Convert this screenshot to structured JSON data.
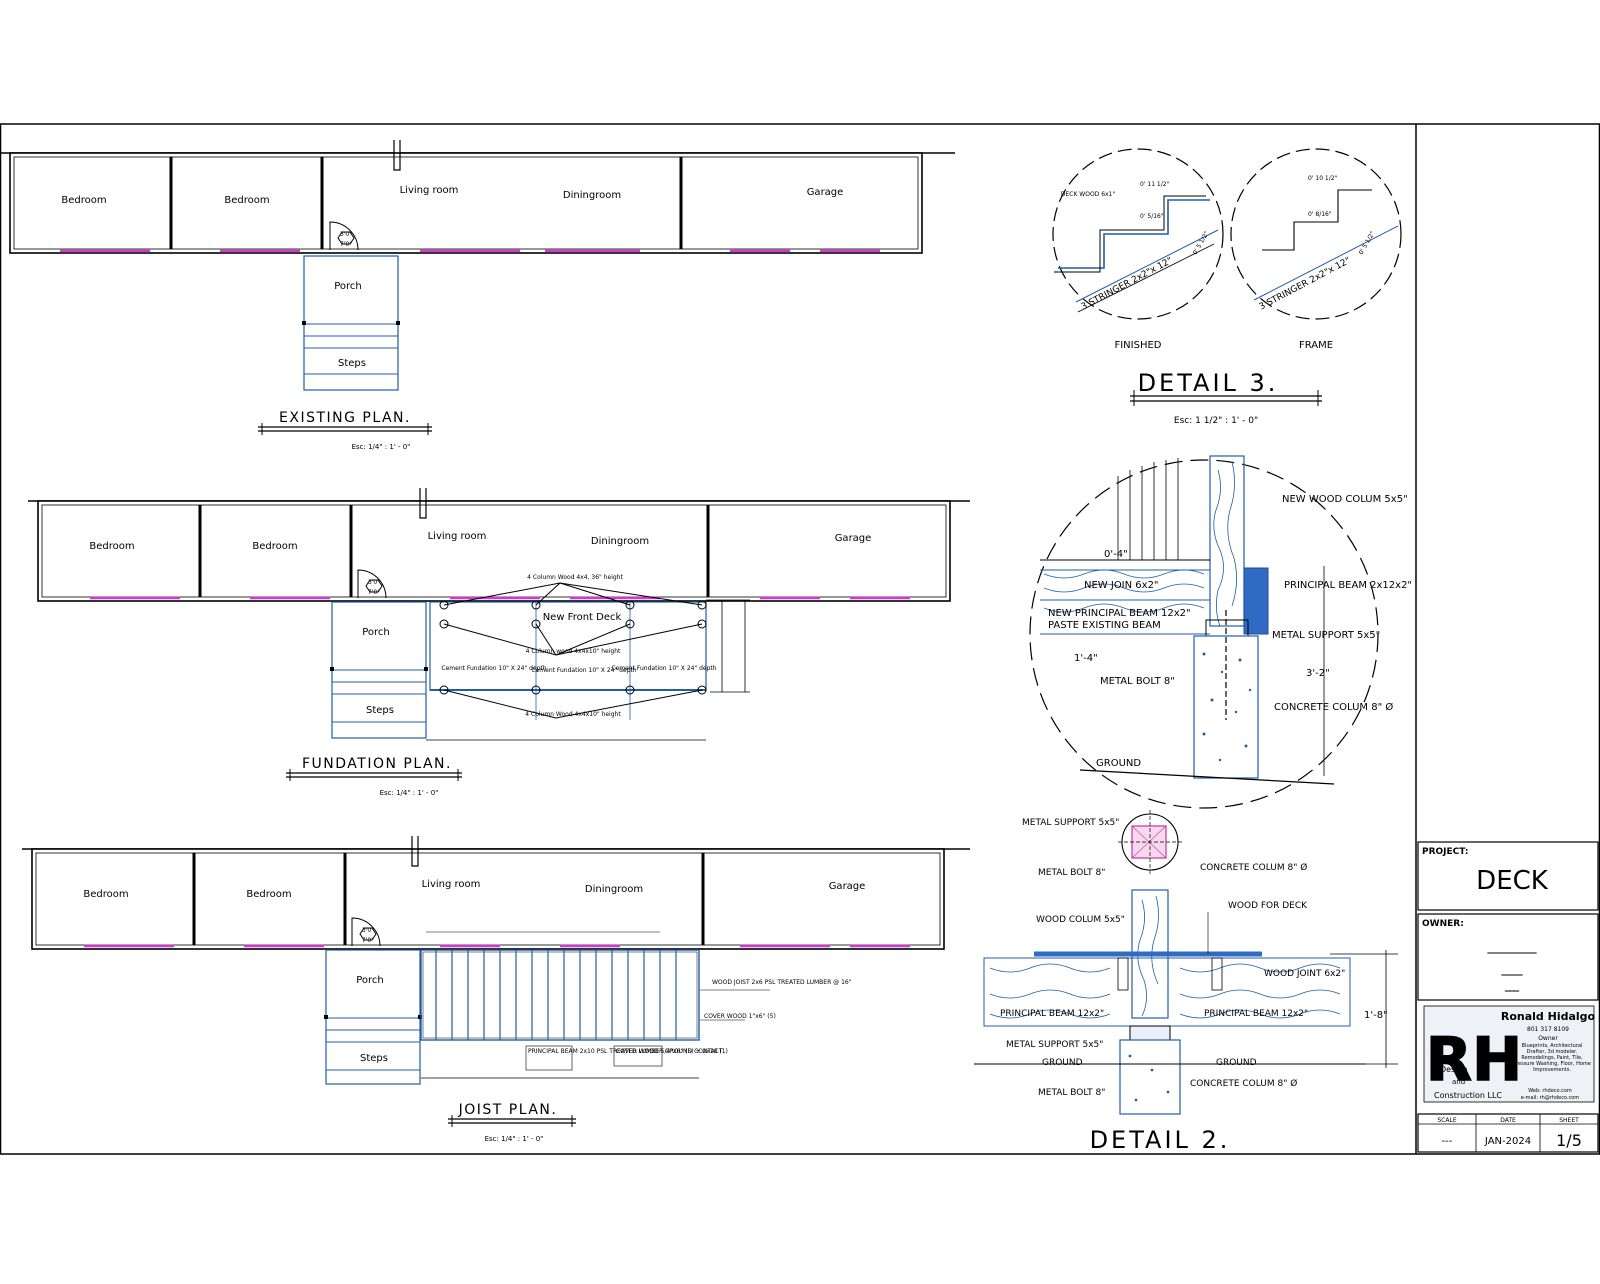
{
  "rooms": {
    "bedroom1": "Bedroom",
    "bedroom2": "Bedroom",
    "living": "Living room",
    "dining": "Diningroom",
    "garage": "Garage",
    "porch": "Porch",
    "steps": "Steps",
    "door": "3'0\"",
    "door2": "7'0\""
  },
  "existing_plan": {
    "title": "EXISTING PLAN.",
    "scale": "Esc: 1/4\" : 1' - 0\""
  },
  "fundation_plan": {
    "title": "FUNDATION PLAN.",
    "scale": "Esc: 1/4\" : 1' - 0\"",
    "deck_label": "New Front Deck",
    "notes": [
      "4 Column Wood 4x4, 36\" height",
      "4 Column wood 4x4x10\" height",
      "Cement Fundation 10\" X 24\" depth",
      "Cement Fundation 10\" X 24\" depth",
      "Cement Fundation 10\" X 24\" depth",
      "4 Column Wood 4x4x10\" height"
    ]
  },
  "joist_plan": {
    "title": "JOIST PLAN.",
    "scale": "Esc: 1/4\" : 1' - 0\"",
    "notes": [
      "WOOD JOIST 2x6 PSL TREATED LUMBER @ 16\"",
      "COVER WOOD 1\"x6\" (5)",
      "PRINCIPAL BEAM 2x10 PSL TREATED LUMBER GROUND CONTACT",
      "COVER WOOD 5/4\"x6\" (5) + 2x10 (1)"
    ]
  },
  "detail3": {
    "title": "DETAIL 3.",
    "scale": "Esc: 1 1/2\" : 1' - 0\"",
    "finished": "FINISHED",
    "frame": "FRAME",
    "deck_wood": "DECK WOOD 6x1\"",
    "stringer": "3 STRINGER 2x2\"x 12\"",
    "dims": [
      "0' 11 1/2\"",
      "0' 5/16\"",
      "0' 5 1/2\"",
      "0' 10 1/2\"",
      "0' 8/16\"",
      "0' 5 1/2\""
    ]
  },
  "detail_main": {
    "new_colum": "NEW WOOD COLUM 5x5\"",
    "dim_04": "0'-4\"",
    "new_join": "NEW JOIN 6x2\"",
    "principal_beam": "PRINCIPAL BEAM 2x12x2\"",
    "new_principal": "NEW PRINCIPAL BEAM 12x2\"",
    "paste": "PASTE EXISTING BEAM",
    "metal_support": "METAL SUPPORT 5x5\"",
    "dim_14": "1'-4\"",
    "metal_bolt": "METAL BOLT 8\"",
    "dim_32": "3'-2\"",
    "concrete": "CONCRETE COLUM 8\" Ø",
    "ground": "GROUND"
  },
  "detail2": {
    "title": "DETAIL 2.",
    "metal_support_top": "METAL SUPPORT 5x5\"",
    "metal_bolt_top": "METAL BOLT 8\"",
    "concrete_top": "CONCRETE COLUM 8\" Ø",
    "wood_colum": "WOOD COLUM 5x5\"",
    "wood_deck": "WOOD FOR DECK",
    "wood_joint": "WOOD JOINT 6x2\"",
    "beam_left": "PRINCIPAL BEAM 12x2\"",
    "beam_right": "PRINCIPAL BEAM 12x2\"",
    "dim_18": "1'-8\"",
    "metal_support_bot": "METAL SUPPORT 5x5\"",
    "ground_left": "GROUND",
    "ground_right": "GROUND",
    "metal_bolt_bot": "METAL BOLT 8\"",
    "concrete_bot": "CONCRETE COLUM 8\" Ø"
  },
  "title_block": {
    "project_label": "PROJECT:",
    "project_value": "DECK",
    "owner_label": "OWNER:",
    "owner_lines": [
      "_______",
      "___",
      "__"
    ],
    "logo_letters": "RH",
    "logo_sub1": "Design",
    "logo_sub2": "and",
    "logo_sub3": "Construction LLC",
    "company_name": "Ronald Hidalgo",
    "company_phone": "801 317 8109",
    "company_role": "Owner",
    "company_services": "Blueprints, Architectural Drafter, 3d modeler. Remodelings, Paint, Tile, Pressure Washing, Floor, Home Improvements.",
    "company_web": "Web: rhdeco.com",
    "company_email": "e-mail: rh@rhdeco.com",
    "scale_label": "SCALE",
    "date_label": "DATE",
    "sheet_label": "SHEET",
    "scale_value": "---",
    "date_value": "JAN-2024",
    "sheet_value": "1/5"
  },
  "colors": {
    "line": "#000000",
    "blue": "#1f5fa8",
    "window": "#d13ad1",
    "deck_blue": "#2f6bc4",
    "logo_red": "#c8161d"
  }
}
